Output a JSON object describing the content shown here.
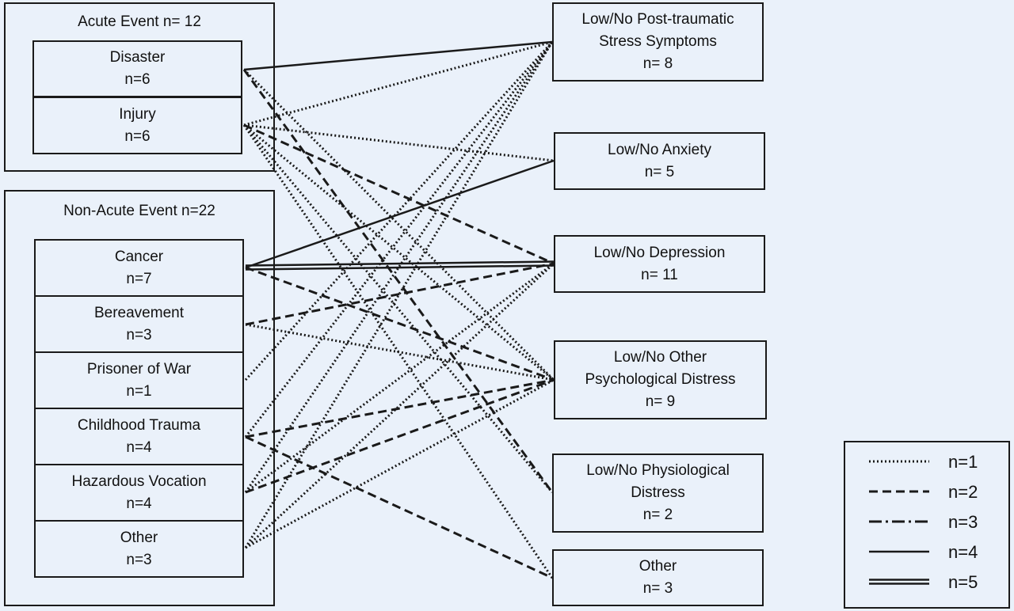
{
  "groups": {
    "acute": {
      "title": "Acute Event n= 12"
    },
    "nonacute": {
      "title": "Non-Acute Event n=22"
    }
  },
  "sources": {
    "disaster": {
      "name": "Disaster",
      "n": "n=6"
    },
    "injury": {
      "name": "Injury",
      "n": "n=6"
    },
    "cancer": {
      "name": "Cancer",
      "n": "n=7"
    },
    "bereavement": {
      "name": "Bereavement",
      "n": "n=3"
    },
    "pow": {
      "name": "Prisoner of War",
      "n": "n=1"
    },
    "childhood": {
      "name": "Childhood Trauma",
      "n": "n=4"
    },
    "hazardous": {
      "name": "Hazardous Vocation",
      "n": "n=4"
    },
    "other": {
      "name": "Other",
      "n": "n=3"
    }
  },
  "targets": {
    "ptss": {
      "line1": "Low/No Post-traumatic",
      "line2": "Stress Symptoms",
      "n": "n= 8"
    },
    "anxiety": {
      "line1": "Low/No Anxiety",
      "n": "n= 5"
    },
    "depression": {
      "line1": "Low/No Depression",
      "n": "n= 11"
    },
    "distress": {
      "line1": "Low/No Other",
      "line2": "Psychological Distress",
      "n": "n= 9"
    },
    "physio": {
      "line1": "Low/No Physiological",
      "line2": "Distress",
      "n": "n= 2"
    },
    "other": {
      "line1": "Other",
      "n": "n= 3"
    }
  },
  "legend": [
    {
      "key": "n1",
      "label": "n=1",
      "style": "n1"
    },
    {
      "key": "n2",
      "label": "n=2",
      "style": "n2"
    },
    {
      "key": "n3",
      "label": "n=3",
      "style": "n3"
    },
    {
      "key": "n4",
      "label": "n=4",
      "style": "n4"
    },
    {
      "key": "n5",
      "label": "n=5",
      "style": "n5"
    }
  ],
  "links": [
    {
      "from": "disaster",
      "to": "ptss",
      "style": "n4"
    },
    {
      "from": "disaster",
      "to": "distress",
      "style": "n1"
    },
    {
      "from": "disaster",
      "to": "physio",
      "style": "n2"
    },
    {
      "from": "injury",
      "to": "ptss",
      "style": "n1"
    },
    {
      "from": "injury",
      "to": "anxiety",
      "style": "n1"
    },
    {
      "from": "injury",
      "to": "depression",
      "style": "n2"
    },
    {
      "from": "injury",
      "to": "distress",
      "style": "n1"
    },
    {
      "from": "injury",
      "to": "physio",
      "style": "n1"
    },
    {
      "from": "injury",
      "to": "other",
      "style": "n1"
    },
    {
      "from": "cancer",
      "to": "anxiety",
      "style": "n4"
    },
    {
      "from": "cancer",
      "to": "depression",
      "style": "n5"
    },
    {
      "from": "cancer",
      "to": "distress",
      "style": "n2"
    },
    {
      "from": "bereavement",
      "to": "depression",
      "style": "n2"
    },
    {
      "from": "bereavement",
      "to": "distress",
      "style": "n1"
    },
    {
      "from": "pow",
      "to": "ptss",
      "style": "n1"
    },
    {
      "from": "childhood",
      "to": "distress",
      "style": "n2"
    },
    {
      "from": "childhood",
      "to": "other",
      "style": "n2"
    },
    {
      "from": "childhood",
      "to": "ptss",
      "style": "n1"
    },
    {
      "from": "hazardous",
      "to": "ptss",
      "style": "n1"
    },
    {
      "from": "hazardous",
      "to": "depression",
      "style": "n1"
    },
    {
      "from": "hazardous",
      "to": "distress",
      "style": "n2"
    },
    {
      "from": "other",
      "to": "ptss",
      "style": "n1"
    },
    {
      "from": "other",
      "to": "depression",
      "style": "n1"
    },
    {
      "from": "other",
      "to": "distress",
      "style": "n1"
    }
  ]
}
